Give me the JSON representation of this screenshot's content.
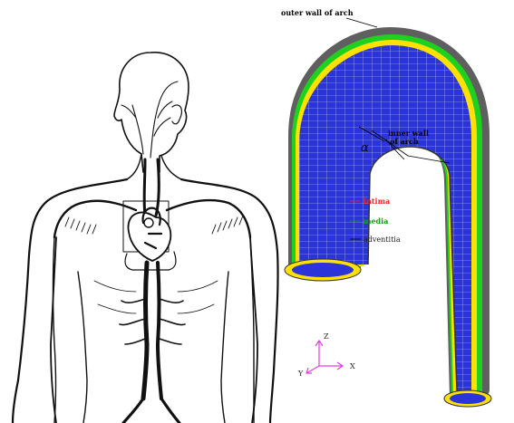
{
  "labels": {
    "outer_wall": "outer wall of arch",
    "inner_wall_1": "inner wall",
    "inner_wall_2": "of arch",
    "angle": "α",
    "intima": "intima",
    "media": "media",
    "adventitia": "adventitia"
  },
  "axes": {
    "z": "Z",
    "y": "Y",
    "x": "X"
  },
  "colors": {
    "intima": "#ff2020",
    "media": "#11a011",
    "adventitia": "#222222",
    "mesh_fill": "#2b34d8",
    "mesh_lines": "#c8cdf4",
    "media_band": "#1fd11f",
    "adventitia_band": "#5f5f5f",
    "axis_arrows": "#e040e0"
  }
}
